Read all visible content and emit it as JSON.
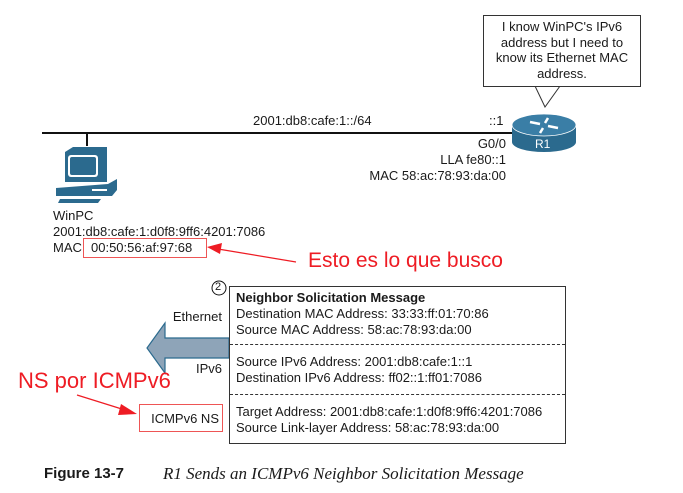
{
  "network": {
    "subnet": "2001:db8:cafe:1::/64",
    "router_host": "::1"
  },
  "router": {
    "name": "R1",
    "interface": "G0/0",
    "lla": "LLA fe80::1",
    "mac": "MAC 58:ac:78:93:da:00"
  },
  "bubble": {
    "text": "I know WinPC's IPv6 address but I need to know its Ethernet MAC address."
  },
  "pc": {
    "name": "WinPC",
    "ipv6": "2001:db8:cafe:1:d0f8:9ff6:4201:7086",
    "mac_label": "MAC",
    "mac": "00:50:56:af:97:68"
  },
  "annotations": {
    "mac_note": "Esto es lo que busco",
    "ns_note": "NS por ICMPv6"
  },
  "step": "2",
  "layers": {
    "ethernet": "Ethernet",
    "ipv6": "IPv6",
    "icmp": "ICMPv6 NS"
  },
  "message": {
    "title": "Neighbor Solicitation Message",
    "eth": [
      "Destination MAC Address: 33:33:ff:01:70:86",
      "Source MAC Address: 58:ac:78:93:da:00"
    ],
    "ip": [
      "Source IPv6 Address: 2001:db8:cafe:1::1",
      "Destination IPv6 Address: ff02::1:ff01:7086"
    ],
    "icmp": [
      "Target Address: 2001:db8:cafe:1:d0f8:9ff6:4201:7086",
      "Source Link-layer Address: 58:ac:78:93:da:00"
    ]
  },
  "caption": {
    "label": "Figure 13-7",
    "text": "R1 Sends an ICMPv6 Neighbor Solicitation Message"
  },
  "colors": {
    "device": "#2b6a8e",
    "arrow": "#8ea4b8",
    "annotation": "#ee1c24"
  }
}
